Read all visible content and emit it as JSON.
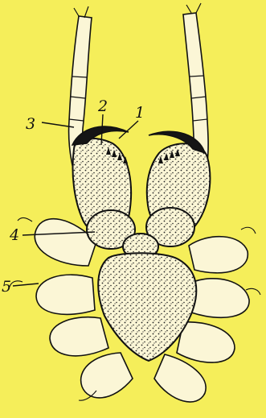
{
  "labels": {
    "l1": "1",
    "l2": "2",
    "l3": "3",
    "l4": "4",
    "l5": "5"
  },
  "colors": {
    "background": "#f5ee5a",
    "ink": "#111111",
    "limb_fill": "#fbf6d6"
  }
}
